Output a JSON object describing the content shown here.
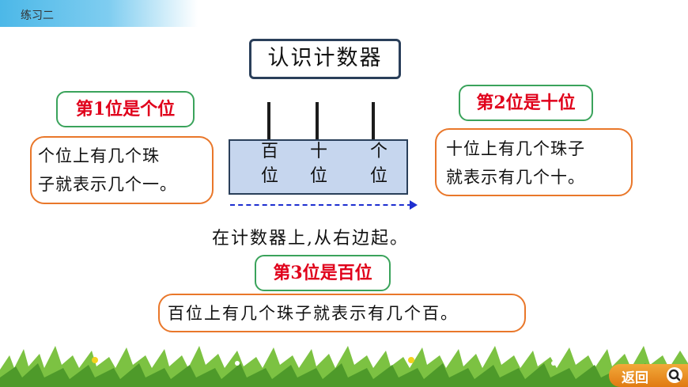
{
  "header": {
    "title": "练习二"
  },
  "main": {
    "title": "认识计数器",
    "label_left": "第1位是个位",
    "label_right": "第2位是十位",
    "label_bottom": "第3位是百位",
    "desc_left": [
      "个位上有几个珠",
      "子就表示几个一。"
    ],
    "desc_right": [
      "十位上有几个珠子",
      "就表示有几个十。"
    ],
    "desc_bottom": "百位上有几个珠子就表示有几个百。",
    "abacus_columns": [
      {
        "top": "百",
        "bottom": "位"
      },
      {
        "top": "十",
        "bottom": "位"
      },
      {
        "top": "个",
        "bottom": "位"
      }
    ],
    "sentence": "在计数器上,从右边起。"
  },
  "footer": {
    "back_label": "返回",
    "back_icon": "search-icon"
  },
  "colors": {
    "header": "#4cb8e8",
    "label_text": "#e0001b",
    "green_border": "#3aa35b",
    "orange_border": "#e9772a",
    "abacus_fill": "#c6d6ee",
    "arrow": "#1e2fd0",
    "back_button": "#e88a1e"
  }
}
